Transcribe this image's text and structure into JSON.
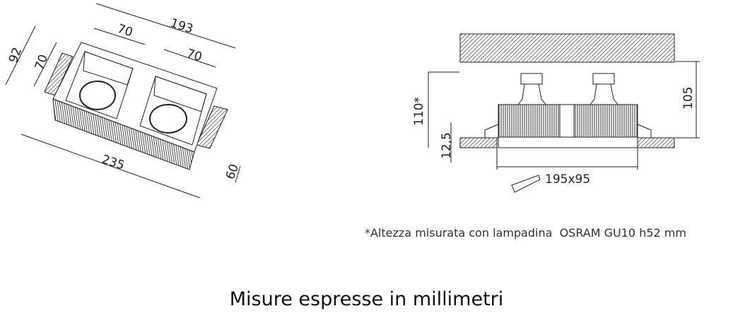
{
  "iso_view": {
    "dimensions": {
      "overall_length": "193",
      "cutout_1_width": "70",
      "cutout_2_width": "70",
      "overall_depth": "92",
      "cutout_depth": "70",
      "frame_length": "235",
      "height": "60"
    }
  },
  "side_view": {
    "dimensions": {
      "total_height": "110*",
      "recess_height": "105",
      "flange_thickness": "12,5",
      "cut_hole": "195x95"
    }
  },
  "footnote": "*Altezza misurata con lampadina  OSRAM GU10 h52 mm",
  "caption": "Misure espresse in millimetri",
  "colors": {
    "line": "#222222",
    "hatch": "#444444",
    "background": "#ffffff"
  }
}
